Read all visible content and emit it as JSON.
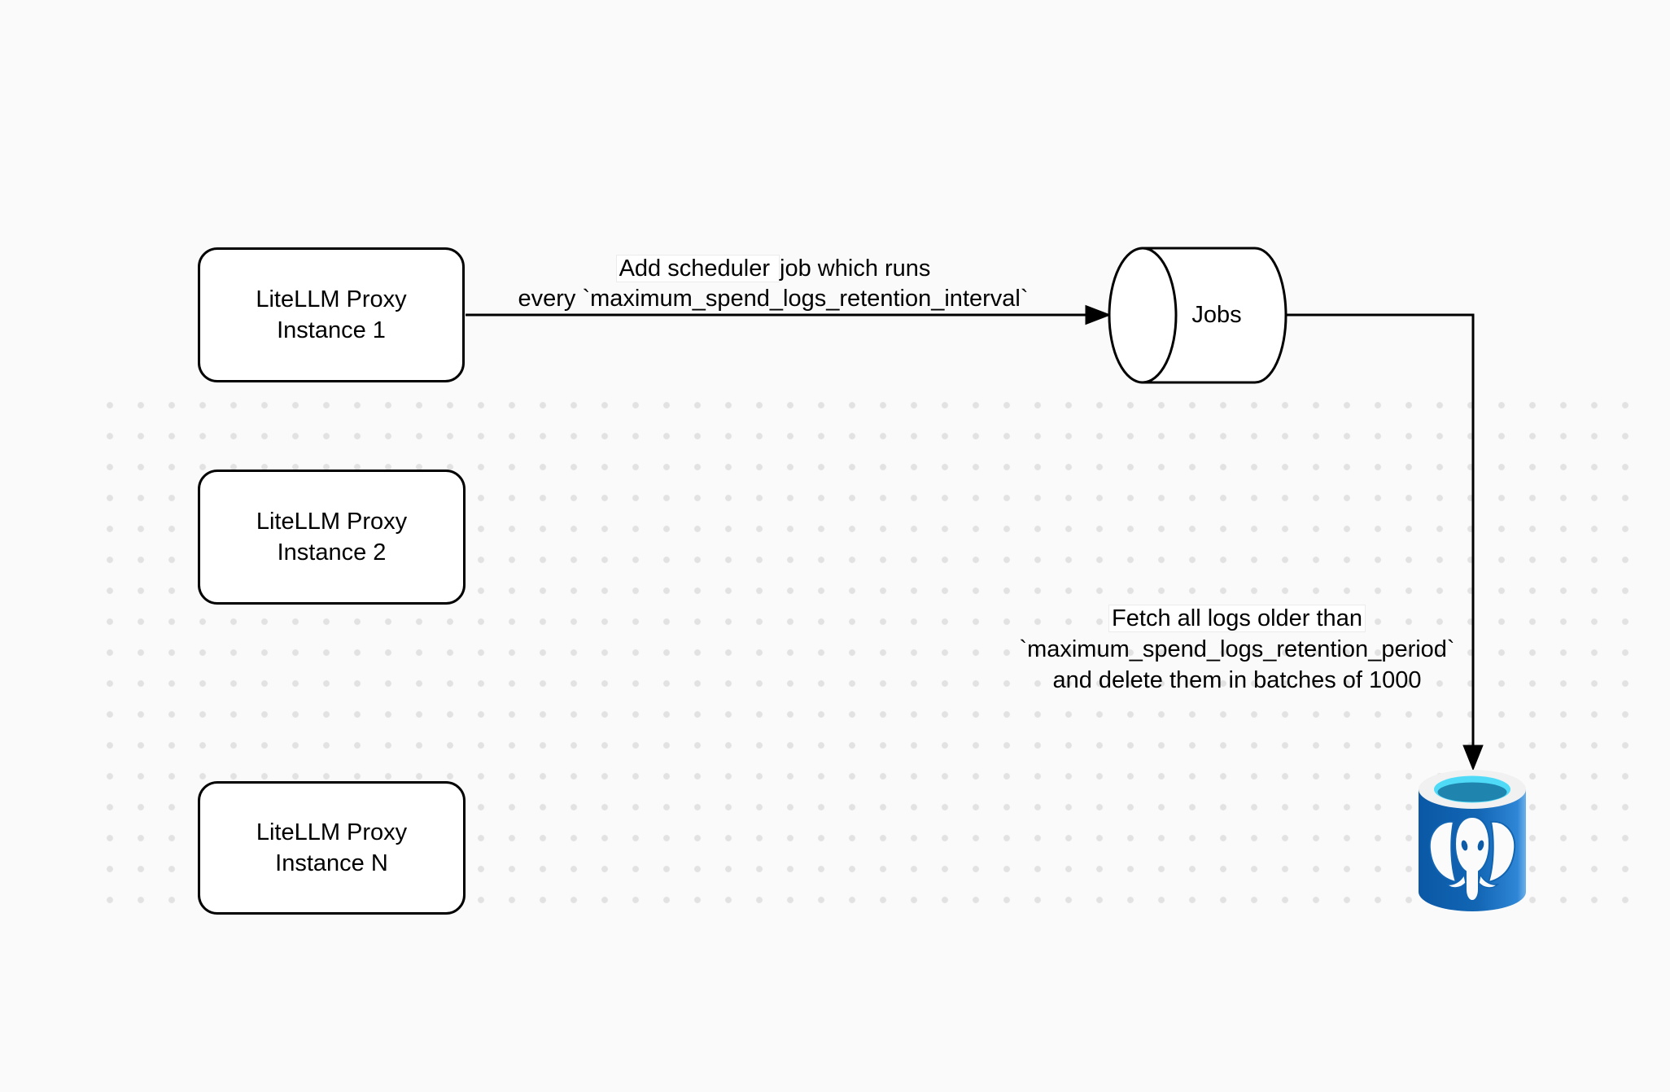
{
  "nodes": {
    "proxy1": {
      "line1": "LiteLLM Proxy",
      "line2": "Instance 1"
    },
    "proxy2": {
      "line1": "LiteLLM Proxy",
      "line2": "Instance 2"
    },
    "proxyN": {
      "line1": "LiteLLM Proxy",
      "line2": "Instance N"
    },
    "jobs": {
      "label": "Jobs"
    }
  },
  "edges": {
    "scheduler": {
      "line1_chip": "Add scheduler ",
      "line1_rest": "job which runs",
      "line2": "every `maximum_spend_logs_retention_interval`"
    },
    "fetch": {
      "line1": "Fetch all logs older than",
      "line2": "`maximum_spend_logs_retention_period`",
      "line3": "and delete them in batches of 1000"
    }
  },
  "icons": {
    "postgres": {
      "name": "postgresql-database",
      "body_blue_dark": "#0a58a6",
      "body_blue": "#1266b4",
      "body_blue_light": "#2f86d6",
      "rim_white": "#f1f1f1",
      "water_cyan": "#4fdbf8",
      "water_deep": "#1f84ae",
      "elephant_white": "#fbfbfb"
    }
  },
  "canvas": {
    "background": "#fafafa",
    "grid_dot": "#e2e2e2",
    "stroke": "#000000"
  }
}
